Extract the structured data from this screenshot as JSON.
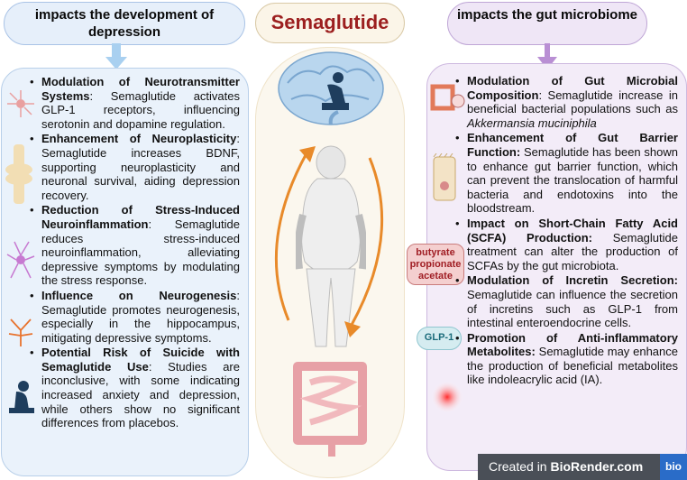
{
  "header_left": "impacts the development of depression",
  "header_center": "Semaglutide",
  "header_right": "impacts the gut microbiome",
  "left_items": [
    {
      "title": "Modulation of Neurotransmitter Systems",
      "text": ": Semaglutide activates GLP-1 receptors, influencing serotonin and dopamine regulation."
    },
    {
      "title": "Enhancement of Neuroplasticity",
      "text": ": Semaglutide increases BDNF, supporting neuroplasticity and neuronal survival, aiding depression recovery."
    },
    {
      "title": "Reduction of Stress-Induced Neuroinflammation",
      "text": ": Semaglutide reduces stress-induced neuroinflammation, alleviating depressive symptoms by modulating the stress response."
    },
    {
      "title": "Influence on Neurogenesis",
      "text": ": Semaglutide promotes neurogenesis, especially in the hippocampus, mitigating depressive symptoms."
    },
    {
      "title": "Potential Risk of Suicide with Semaglutide Use",
      "text": ": Studies are inconclusive, with some indicating increased anxiety and depression, while others show no significant differences from placebos."
    }
  ],
  "right_items": [
    {
      "title": "Modulation of Gut Microbial Composition",
      "text": ": Semaglutide increase in beneficial bacterial populations such as ",
      "italic": "Akkermansia muciniphila",
      "tail": ""
    },
    {
      "title": "Enhancement of Gut Barrier Function:",
      "text": " Semaglutide has been shown to enhance gut barrier function, which can prevent the translocation of harmful bacteria and endotoxins into the bloodstream.",
      "italic": "",
      "tail": ""
    },
    {
      "title": "Impact on Short-Chain Fatty Acid (SCFA) Production:",
      "text": " Semaglutide treatment can alter the production of SCFAs by the gut microbiota.",
      "italic": "",
      "tail": ""
    },
    {
      "title": "Modulation of Incretin Secretion:",
      "text": " Semaglutide can influence the secretion of incretins such as GLP-1 from intestinal enteroendocrine cells.",
      "italic": "",
      "tail": ""
    },
    {
      "title": "Promotion of Anti-inflammatory Metabolites:",
      "text": " Semaglutide may enhance the production of beneficial metabolites like indoleacrylic acid (IA).",
      "italic": "",
      "tail": ""
    }
  ],
  "tag_scfa": [
    "butyrate",
    "propionate",
    "acetate"
  ],
  "tag_glp1": "GLP-1",
  "credit_prefix": "Created in ",
  "credit_brand": "BioRender.com",
  "credit_logo": "bio",
  "colors": {
    "title_red": "#9c1f1f",
    "arrow_orange": "#e88a2a",
    "left_blue": "#eaf2fb",
    "right_purple": "#f3ecf8"
  },
  "icons": [
    "brain-depressed-person-icon",
    "body-silhouette-icon",
    "intestines-icon",
    "neuron-icon",
    "joint-icon",
    "microglia-icon",
    "neuron-branch-icon",
    "sad-person-icon",
    "gut-bacteria-icon",
    "epithelial-cell-icon",
    "inflammation-spot-icon",
    "cycle-arrow-icon"
  ]
}
